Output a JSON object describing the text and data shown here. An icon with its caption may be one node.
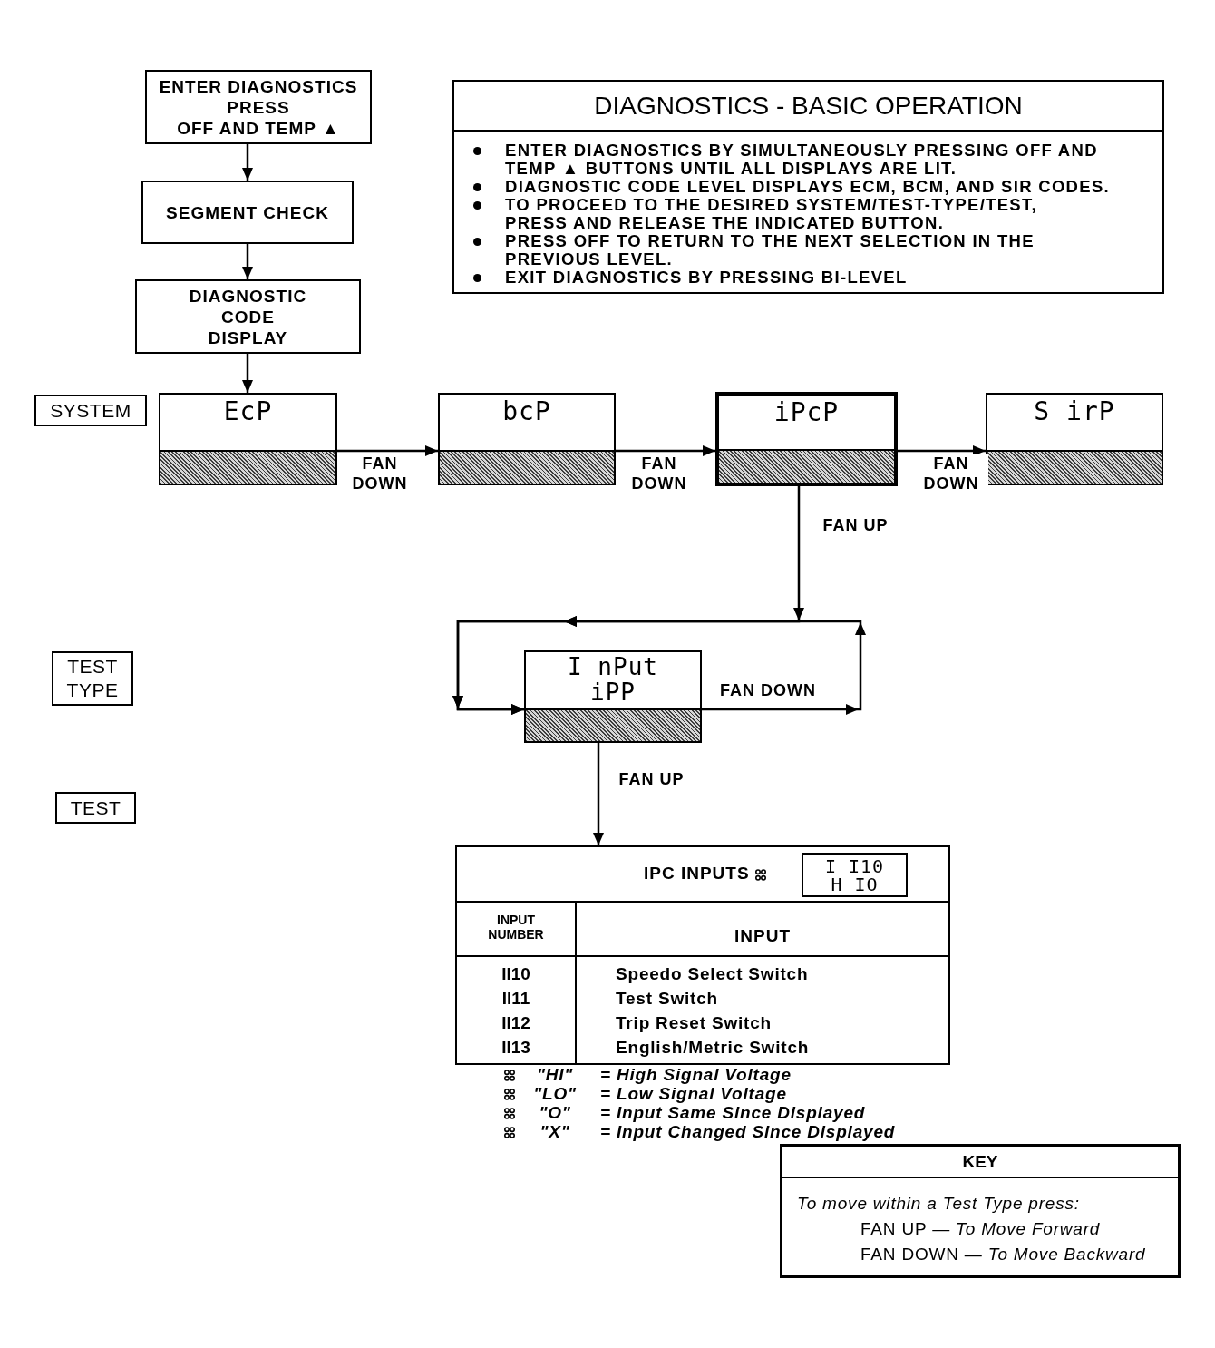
{
  "diagram": {
    "nodes": [
      {
        "text": [
          "ENTER DIAGNOSTICS",
          "PRESS",
          "OFF AND TEMP ▲"
        ]
      },
      {
        "text": [
          "DIAGNOSTICS - BASIC OPERATION",
          "ENTER DIAGNOSTICS BY SIMULTANEOUSLY PRESSING OFF AND TEMP ▲ BUTTONS UNTIL ALL DISPLAYS ARE LIT.",
          "DIAGNOSTIC CODE LEVEL DISPLAYS ECM, BCM, AND SIR CODES.",
          "TO PROCEED TO THE DESIRED SYSTEM/TEST-TYPE/TEST, PRESS AND RELEASE THE INDICATED BUTTON.",
          "PRESS OFF TO RETURN TO THE NEXT SELECTION IN THE PREVIOUS LEVEL.",
          "EXIT DIAGNOSTICS BY PRESSING BI-LEVEL"
        ]
      },
      {
        "text": [
          "SEGMENT CHECK"
        ]
      },
      {
        "text": [
          "DIAGNOSTIC CODE DISPLAY"
        ]
      },
      {
        "text": [
          "SYSTEM"
        ]
      },
      {
        "text": [
          "EcP"
        ]
      },
      {
        "text": [
          "bcP"
        ]
      },
      {
        "text": [
          "iPcP"
        ]
      },
      {
        "text": [
          "S irP"
        ]
      },
      {
        "text": [
          "TEST TYPE"
        ]
      },
      {
        "text": [
          "I nPut",
          "iPP"
        ]
      },
      {
        "text": [
          "TEST"
        ]
      },
      {
        "text": [
          "IPC INPUTS",
          "INPUT NUMBER",
          "INPUT",
          "II10",
          "Speedo Select Switch",
          "II11",
          "Test Switch",
          "II12",
          "Trip Reset Switch",
          "II13",
          "English/Metric Switch"
        ]
      },
      {
        "text": [
          "I I10",
          "H IO"
        ],
        "in": 12
      },
      {
        "text": [
          "KEY",
          "To move within a Test Type press:",
          "FAN UP — *To Move Forward*",
          "FAN DOWN — *To Move Backward*"
        ]
      }
    ],
    "edges": [
      {
        "from": 0,
        "to": 2,
        "arrow": "to"
      },
      {
        "from": 2,
        "to": 3,
        "arrow": "to"
      },
      {
        "from": 3,
        "to": 5,
        "arrow": "to"
      },
      {
        "from": 5,
        "to": 6,
        "arrow": "to",
        "label": "FAN DOWN"
      },
      {
        "from": 6,
        "to": 7,
        "arrow": "to",
        "label": "FAN DOWN"
      },
      {
        "from": 7,
        "to": 8,
        "arrow": "to",
        "label": "FAN DOWN"
      },
      {
        "from": 7,
        "to": 10,
        "arrow": "to",
        "label": "FAN UP"
      },
      {
        "from": 10,
        "to": 10,
        "arrow": "to",
        "label": "FAN DOWN"
      },
      {
        "from": 10,
        "to": 12,
        "arrow": "to",
        "label": "FAN UP"
      }
    ],
    "labels": [
      "\"HI\"",
      "= High Signal Voltage",
      "\"LO\"",
      "= Low Signal Voltage",
      "\"O\"",
      "= Input Same Since Displayed",
      "\"X\"",
      "= Input Changed Since Displayed"
    ]
  }
}
